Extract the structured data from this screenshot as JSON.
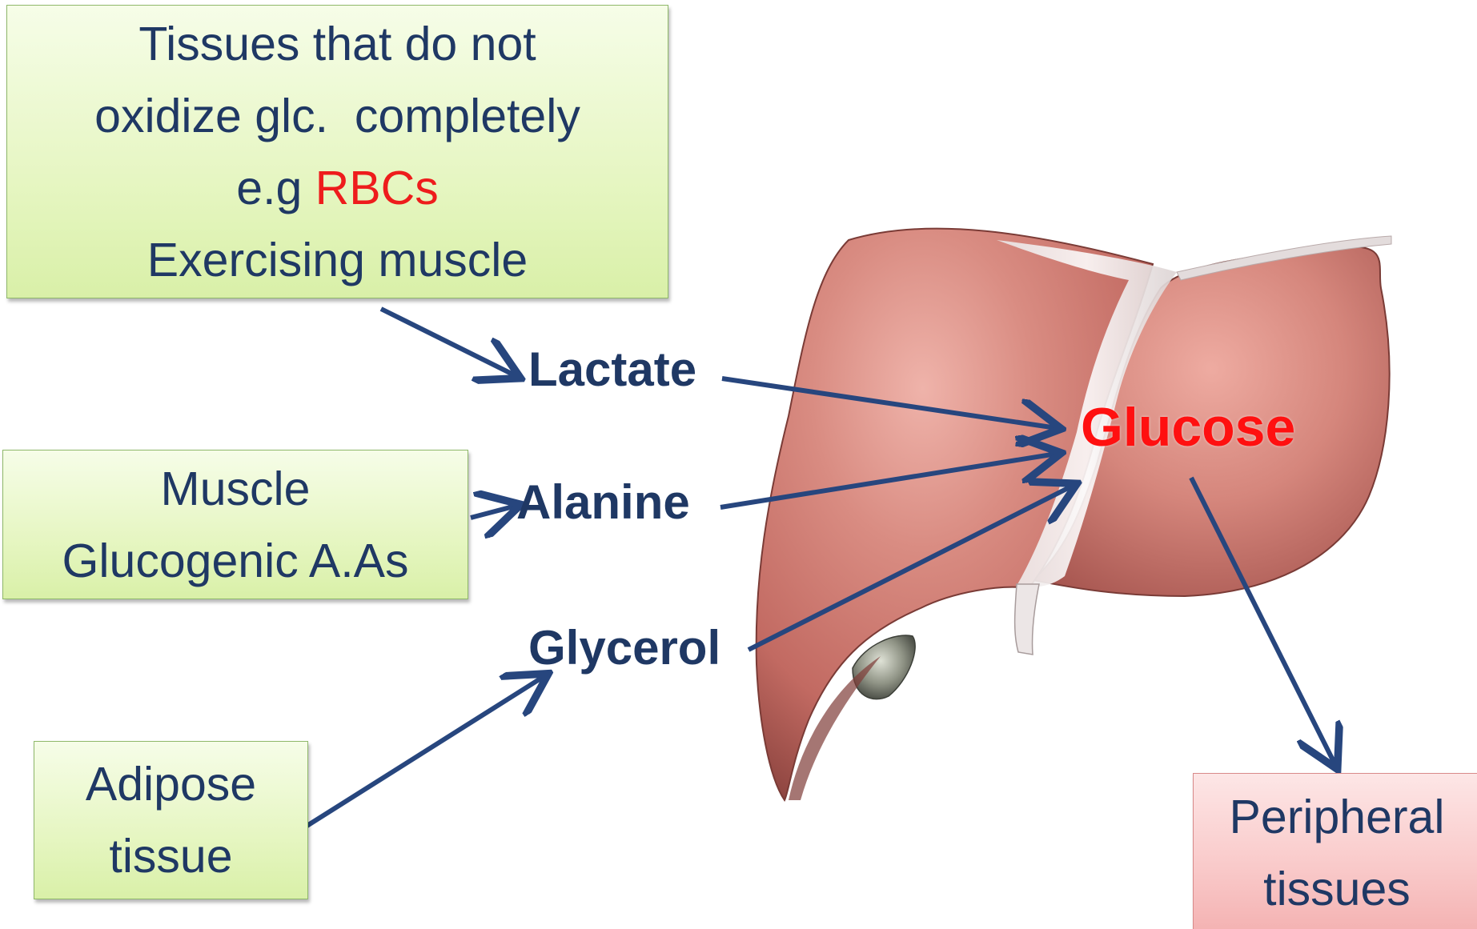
{
  "diagram": {
    "source_boxes": {
      "tissues": {
        "lines": [
          "Tissues that do not",
          "oxidize glc.  completely"
        ],
        "eg_prefix": "e.g ",
        "eg_highlight": "RBCs",
        "last_line": "Exercising muscle"
      },
      "muscle": {
        "lines": [
          "Muscle",
          "Glucogenic A.As"
        ]
      },
      "adipose": {
        "lines": [
          "Adipose",
          "tissue"
        ]
      }
    },
    "substrates": {
      "lactate": "Lactate",
      "alanine": "Alanine",
      "glycerol": "Glycerol"
    },
    "product": "Glucose",
    "target_box": {
      "lines": [
        "Peripheral",
        "tissues"
      ]
    },
    "colors": {
      "text_navy": "#1f3864",
      "arrow": "#27467e",
      "highlight_red": "#ee1c1c",
      "green_box": "#e6f6c2",
      "pink_box": "#f9c9c9",
      "liver": "#c8736c"
    },
    "illustration": "liver"
  }
}
